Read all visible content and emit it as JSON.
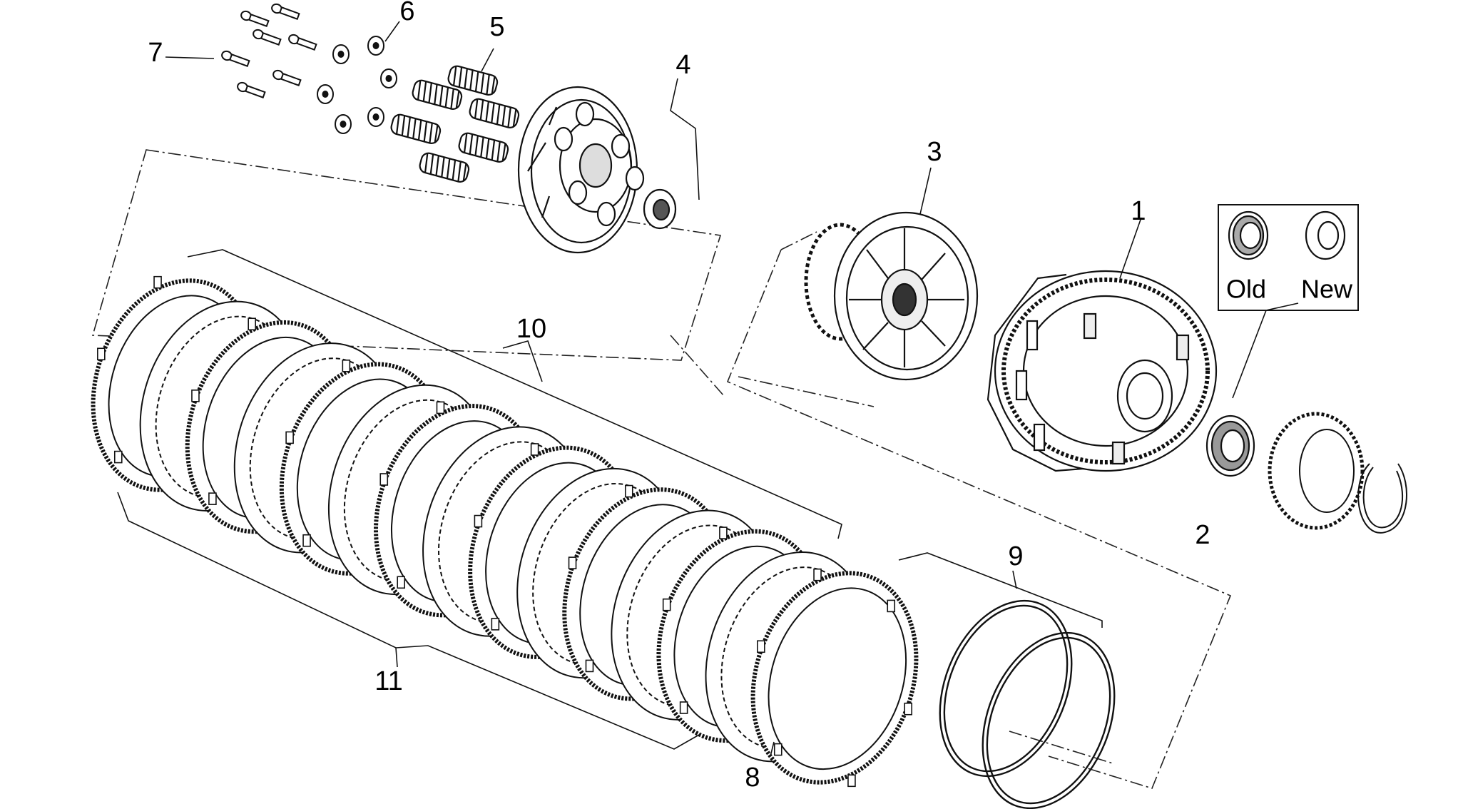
{
  "diagram": {
    "part_labels": {
      "p1": "1",
      "p2": "2",
      "p3": "3",
      "p4": "4",
      "p5": "5",
      "p6": "6",
      "p7": "7",
      "p8": "8",
      "p9": "9",
      "p10": "10",
      "p11": "11"
    },
    "inset": {
      "old_label": "Old",
      "new_label": "New"
    }
  }
}
